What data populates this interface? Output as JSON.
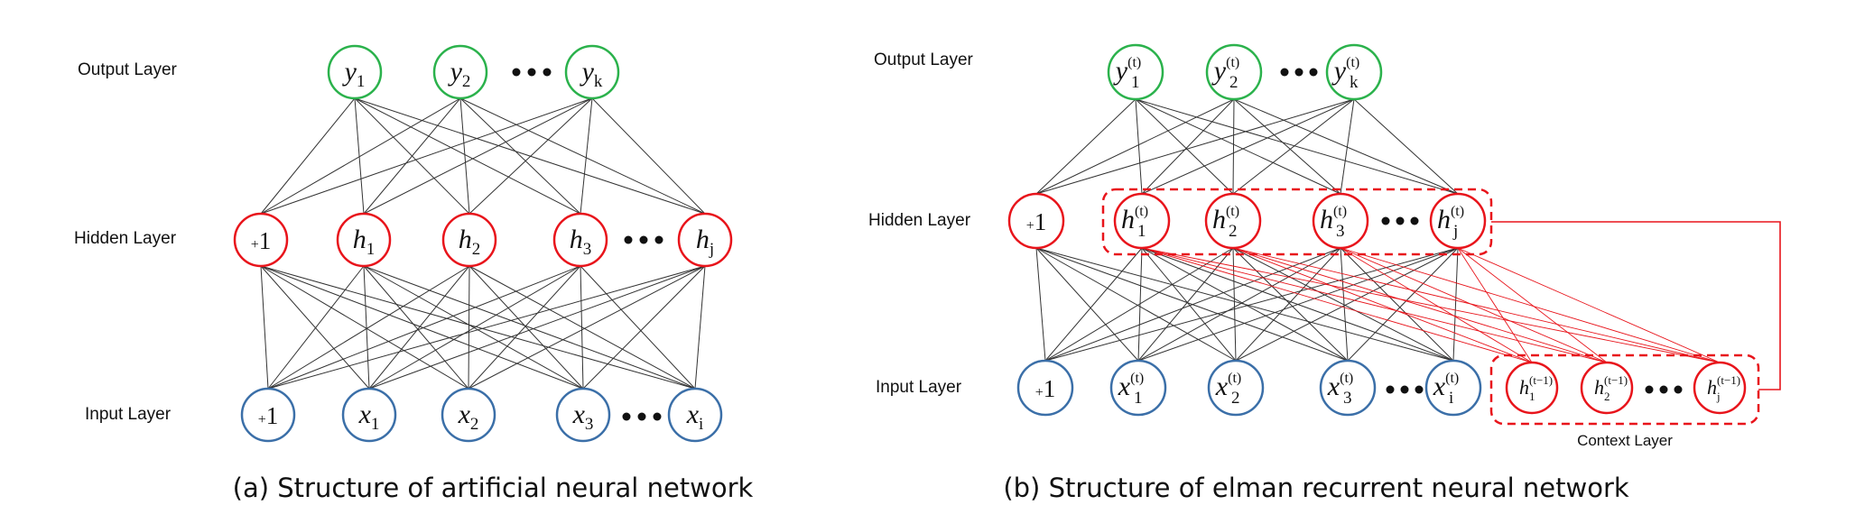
{
  "colors": {
    "output_node": "#2bb24c",
    "hidden_node": "#e8141b",
    "input_node": "#3b6fa8",
    "connection": "#333333",
    "context_connection": "#e8141b"
  },
  "panel_a": {
    "labels": {
      "output": "Output Layer",
      "hidden": "Hidden Layer",
      "input": "Input Layer"
    },
    "caption": "(a) Structure of artificial neural network",
    "output_nodes": [
      {
        "var": "y",
        "sub": "1"
      },
      {
        "var": "y",
        "sub": "2"
      },
      {
        "var": "y",
        "sub": "k"
      }
    ],
    "hidden_nodes": [
      {
        "bias": "1",
        "plus": "+"
      },
      {
        "var": "h",
        "sub": "1"
      },
      {
        "var": "h",
        "sub": "2"
      },
      {
        "var": "h",
        "sub": "3"
      },
      {
        "var": "h",
        "sub": "j"
      }
    ],
    "input_nodes": [
      {
        "bias": "1",
        "plus": "+"
      },
      {
        "var": "x",
        "sub": "1"
      },
      {
        "var": "x",
        "sub": "2"
      },
      {
        "var": "x",
        "sub": "3"
      },
      {
        "var": "x",
        "sub": "i"
      }
    ]
  },
  "panel_b": {
    "labels": {
      "output": "Output Layer",
      "hidden": "Hidden Layer",
      "input": "Input Layer",
      "context": "Context Layer"
    },
    "caption": "(b) Structure of elman recurrent neural network",
    "output_nodes": [
      {
        "var": "y",
        "sub": "1",
        "sup": "(t)"
      },
      {
        "var": "y",
        "sub": "2",
        "sup": "(t)"
      },
      {
        "var": "y",
        "sub": "k",
        "sup": "(t)"
      }
    ],
    "hidden_nodes": [
      {
        "bias": "1",
        "plus": "+"
      },
      {
        "var": "h",
        "sub": "1",
        "sup": "(t)"
      },
      {
        "var": "h",
        "sub": "2",
        "sup": "(t)"
      },
      {
        "var": "h",
        "sub": "3",
        "sup": "(t)"
      },
      {
        "var": "h",
        "sub": "j",
        "sup": "(t)"
      }
    ],
    "input_nodes": [
      {
        "bias": "1",
        "plus": "+"
      },
      {
        "var": "x",
        "sub": "1",
        "sup": "(t)"
      },
      {
        "var": "x",
        "sub": "2",
        "sup": "(t)"
      },
      {
        "var": "x",
        "sub": "3",
        "sup": "(t)"
      },
      {
        "var": "x",
        "sub": "i",
        "sup": "(t)"
      }
    ],
    "context_nodes": [
      {
        "var": "h",
        "sub": "1",
        "sup": "(t−1)"
      },
      {
        "var": "h",
        "sub": "2",
        "sup": "(t−1)"
      },
      {
        "var": "h",
        "sub": "j",
        "sup": "(t−1)"
      }
    ]
  }
}
